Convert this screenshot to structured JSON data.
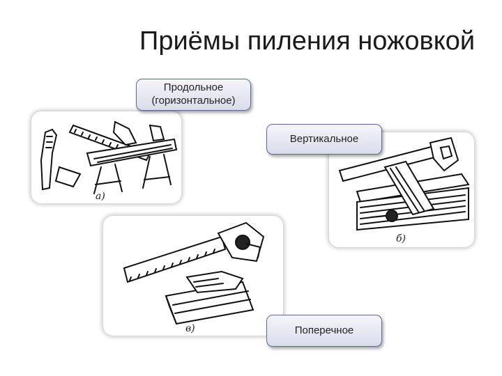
{
  "title": "Приёмы пиления ножовкой",
  "labels": {
    "horizontal_line1": "Продольное",
    "horizontal_line2": "(горизонтальное)",
    "vertical": "Вертикальное",
    "cross": "Поперечное"
  },
  "figure_captions": {
    "a": "а)",
    "b": "б)",
    "v": "в)"
  }
}
